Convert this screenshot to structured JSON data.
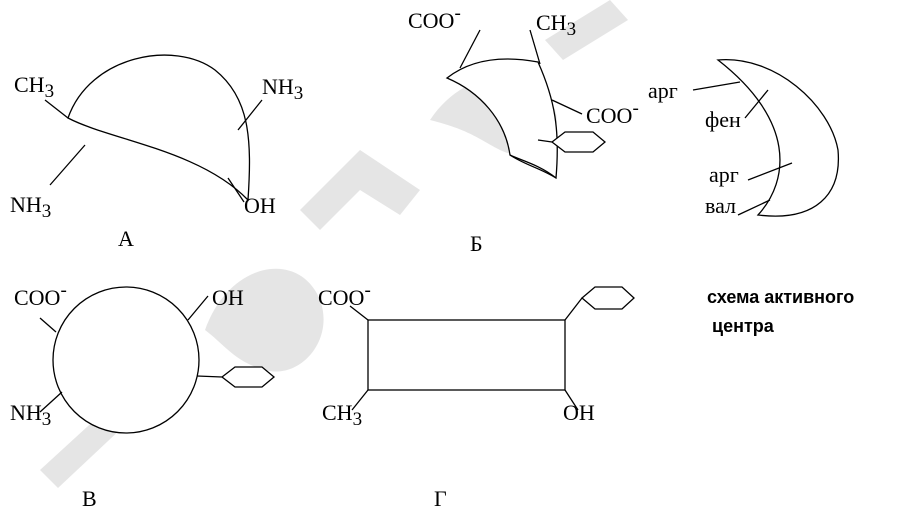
{
  "figures": {
    "A": {
      "caption": "А",
      "groups": {
        "ch3": "CH",
        "nh3_right": "NH",
        "nh3_left": "NH",
        "oh": "OH"
      },
      "subscript": "3"
    },
    "B": {
      "caption": "Б",
      "groups": {
        "coo_top": "COO",
        "ch3": "CH",
        "coo_right": "COO"
      },
      "subscript": "3",
      "superscript": "-"
    },
    "V": {
      "caption": "В",
      "groups": {
        "coo": "COO",
        "oh": "OH",
        "nh3": "NH"
      },
      "subscript": "3",
      "superscript": "-"
    },
    "G": {
      "caption": "Г",
      "groups": {
        "coo": "COO",
        "ch3": "CH",
        "oh": "OH"
      },
      "subscript": "3",
      "superscript": "-"
    },
    "active_site": {
      "residues": [
        "арг",
        "фен",
        "арг",
        "вал"
      ],
      "label_line1": "схема активного",
      "label_line2": "центра"
    }
  }
}
